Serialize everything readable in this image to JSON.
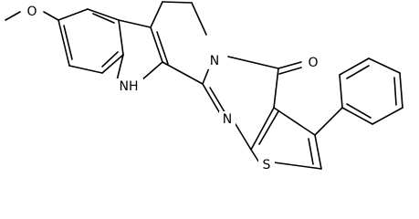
{
  "molecule": {
    "labels": {
      "methoxy_oxygen": "O",
      "indole_nh": "NH",
      "pyrimidine_n": "N",
      "bridge_n": "N",
      "carbonyl_o": "O",
      "thiophene_s": "S"
    }
  }
}
